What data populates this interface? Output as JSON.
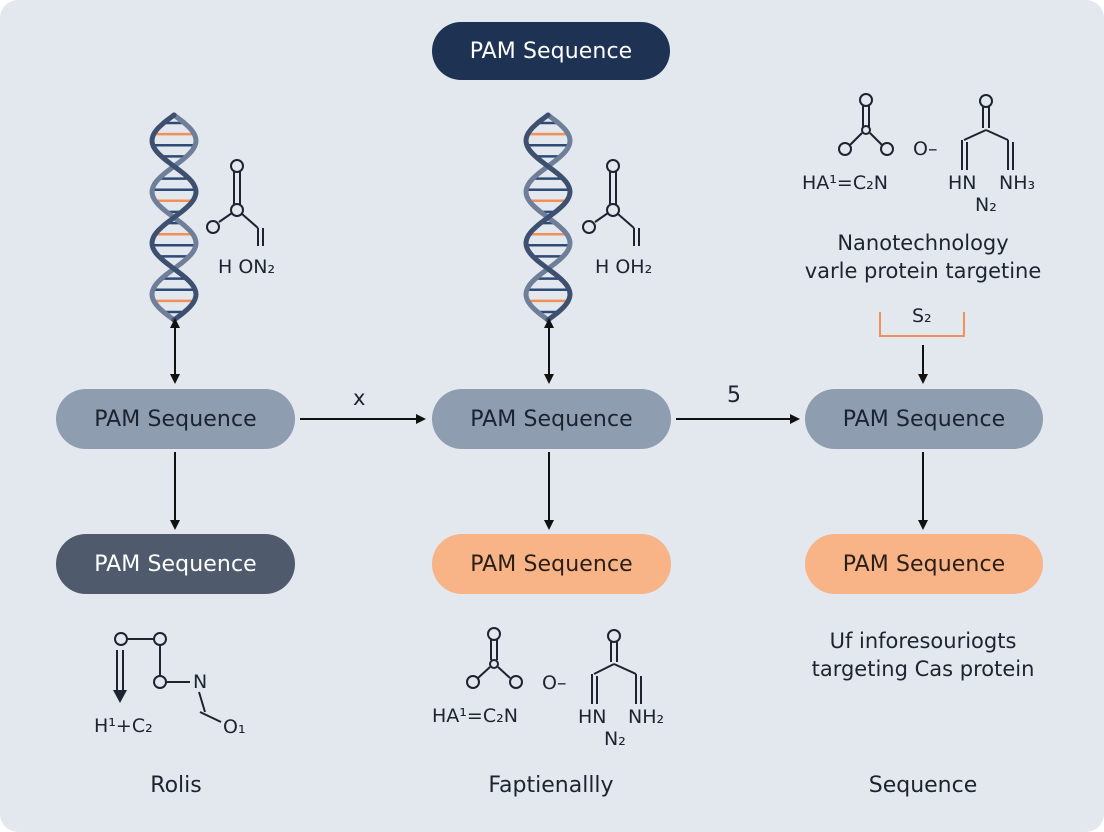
{
  "title": "PAM Sequence",
  "nodes": {
    "row1": [
      "PAM Sequence",
      "PAM Sequence",
      "PAM Sequence"
    ],
    "row2": [
      "PAM Sequence",
      "PAM Sequence",
      "PAM Sequence"
    ]
  },
  "arrow_labels": [
    "x",
    "5"
  ],
  "bracket_label": "S₂",
  "chem_top_left": "H ON₂",
  "chem_top_mid": "H OH₂",
  "chem_top_right": {
    "left": "HA¹=C₂N",
    "o_dash": "O–",
    "hn": "HN",
    "nh3": "NH₃",
    "n2": "N₂"
  },
  "right_caption": [
    "Nanotechnology",
    "varle protein targetine"
  ],
  "bottom_chem_left": {
    "formula": "H¹+C₂",
    "n": "N",
    "o1": "O₁"
  },
  "bottom_chem_mid": {
    "left": "HA¹=C₂N",
    "o_dash": "O–",
    "hn": "HN",
    "nh2": "NH₂",
    "n2": "N₂"
  },
  "bottom_caption_right": [
    "Uf inforesouriogts",
    "targeting Cas protein"
  ],
  "footer_labels": [
    "Rolis",
    "Faptienallly",
    "Sequence"
  ],
  "colors": {
    "background": "#e3e7ee",
    "navy": "#1e3354",
    "gray": "#8f9db1",
    "slate": "#4f5b6d",
    "orange": "#f8b387",
    "helix_blue": "#2f4a75",
    "helix_orange": "#f0915a"
  }
}
